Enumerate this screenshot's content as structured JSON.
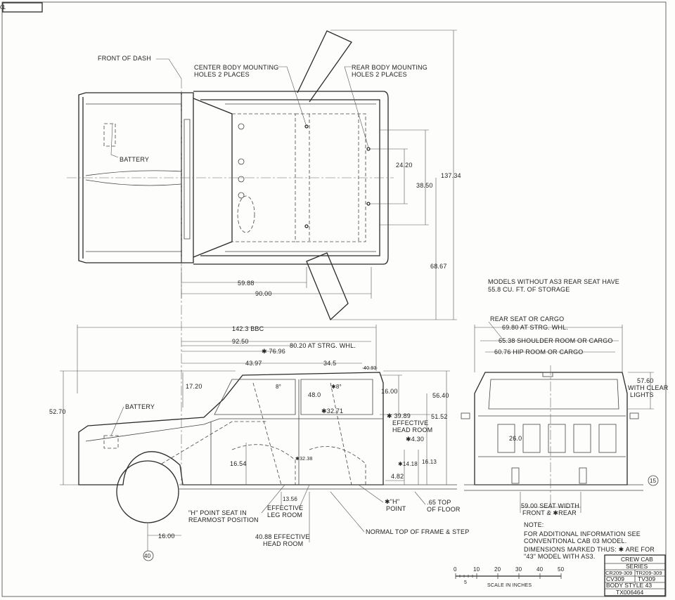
{
  "drawing_id": "TX006464",
  "top_view": {
    "front_of_dash": "FRONT OF DASH",
    "center_mount": [
      "CENTER BODY MOUNTING",
      "HOLES 2 PLACES"
    ],
    "rear_mount": [
      "REAR BODY MOUNTING",
      "HOLES 2 PLACES"
    ],
    "battery": "BATTERY",
    "dim_24_20": "24.20",
    "dim_38_50": "38.50",
    "dim_137_34": "137.34",
    "dim_68_67": "68.67",
    "dim_59_88": "59.88",
    "dim_90_00": "90.00"
  },
  "models_note": [
    "MODELS WITHOUT    AS3 REAR SEAT HAVE",
    "55.8 CU. FT. OF STORAGE"
  ],
  "side_view": {
    "dim_142_3": "142.3  BBC",
    "dim_92_50": "92.50",
    "dim_80_20": "80.20 AT STRG. WHL.",
    "dim_76_96": "✱ 76.96",
    "dim_43_97": "43.97",
    "dim_34_5": "34.5",
    "dim_40_93": "40.93",
    "dim_17_20": "17.20",
    "dim_8a": "8°",
    "dim_48_0": "48.0",
    "dim_8b": "✱8°",
    "dim_32_71": "✱32.71",
    "dim_16_00": "16.00",
    "dim_56_40": "56.40",
    "dim_52_70": "52.70",
    "battery": "BATTERY",
    "head_room_1": [
      "✱ 39.89",
      "EFFECTIVE",
      "HEAD ROOM"
    ],
    "dim_51_52": "51.52",
    "dim_4_30": "✱4.30",
    "dim_16_54": "16.54",
    "dim_32_38": "✱32.38",
    "dim_14_18": "✱14.18",
    "dim_16_13": "16.13",
    "dim_4_82": "4.82",
    "dim_13_56": "13.56",
    "h_point": [
      "\"H\" POINT SEAT IN",
      "REARMOST POSITION"
    ],
    "leg_room": [
      "EFFECTIVE",
      "LEG ROOM"
    ],
    "h_point_2": [
      "✱\"H\"",
      "POINT"
    ],
    "top_floor": [
      ".65 TOP",
      "OF FLOOR"
    ],
    "frame_step": "NORMAL TOP OF FRAME & STEP",
    "head_room_2": [
      "40.88  EFFECTIVE",
      "HEAD ROOM"
    ],
    "dim_16_00b": "16.00",
    "circle_40": "40"
  },
  "rear_view": {
    "rear_seat": "REAR SEAT OR CARGO",
    "dim_69_80": "69.80 AT STRG. WHL.",
    "dim_65_38": "65.38 SHOULDER ROOM OR CARGO",
    "dim_60_76": "60.76 HIP ROOM OR CARGO",
    "dim_57_60": [
      "57.60",
      "WITH CLEAR",
      "LIGHTS"
    ],
    "dim_26_0": "26.0",
    "seat_width": [
      "59.00 SEAT WIDTH",
      "FRONT & ✱REAR"
    ],
    "circle_15": "15"
  },
  "notes": {
    "title": "NOTE:",
    "line1": "FOR ADDITIONAL INFORMATION SEE",
    "line2": "CONVENTIONAL CAB 03 MODEL.",
    "line3": "DIMENSIONS MARKED THUS: ✱ ARE FOR",
    "line4": "\"43\" MODEL WITH AS3."
  },
  "scale": {
    "ticks": [
      "0",
      "10",
      "20",
      "30",
      "40",
      "50"
    ],
    "five": "5",
    "label": "SCALE IN INCHES"
  },
  "title_block": {
    "title": "CREW CAB",
    "series": "SERIES",
    "r1a": "CR209-309",
    "r1b": "TR209-309",
    "r2a": "CV309",
    "r2b": "TV309",
    "body_style": "BODY STYLE 43",
    "number": "TX006464"
  }
}
